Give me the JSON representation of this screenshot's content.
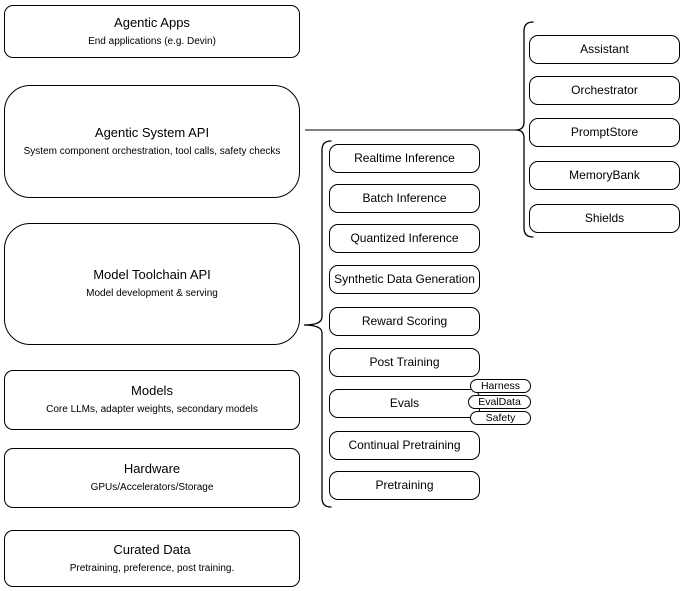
{
  "left_column": [
    {
      "title": "Agentic Apps",
      "subtitle": "End applications (e.g. Devin)"
    },
    {
      "title": "Agentic System API",
      "subtitle": "System component orchestration, tool calls, safety checks"
    },
    {
      "title": "Model Toolchain API",
      "subtitle": "Model development & serving"
    },
    {
      "title": "Models",
      "subtitle": "Core LLMs, adapter weights, secondary models"
    },
    {
      "title": "Hardware",
      "subtitle": "GPUs/Accelerators/Storage"
    },
    {
      "title": "Curated Data",
      "subtitle": "Pretraining, preference, post training."
    }
  ],
  "middle_column": [
    "Realtime Inference",
    "Batch Inference",
    "Quantized Inference",
    "Synthetic Data Generation",
    "Reward Scoring",
    "Post Training",
    "Evals",
    "Continual Pretraining",
    "Pretraining"
  ],
  "eval_pills": [
    "Harness",
    "EvalData",
    "Safety"
  ],
  "right_column": [
    "Assistant",
    "Orchestrator",
    "PromptStore",
    "MemoryBank",
    "Shields"
  ],
  "colors": {
    "stroke": "#000000",
    "background": "#ffffff"
  }
}
